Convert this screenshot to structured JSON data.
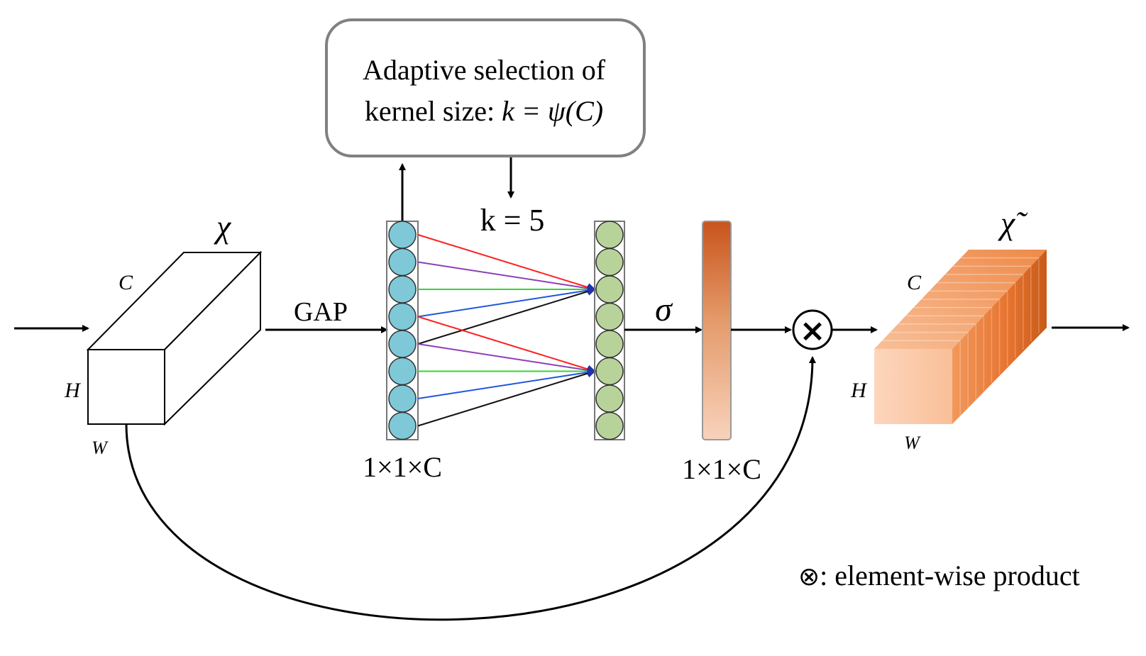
{
  "selection_box": {
    "line1": "Adaptive selection of",
    "line2_prefix": "kernel size: ",
    "formula": "k = ψ(C)"
  },
  "kernel_label": "k = 5",
  "gap_label": "GAP",
  "sigma_label": "σ",
  "input_tensor": {
    "symbol": "χ",
    "c": "C",
    "h": "H",
    "w": "W"
  },
  "output_tensor": {
    "symbol": "χ̃",
    "c": "C",
    "h": "H",
    "w": "W"
  },
  "gap_dim_label": "1×1×C",
  "weight_dim_label": "1×1×C",
  "product_symbol": "×",
  "legend": {
    "symbol": "⊗",
    "text": ": element-wise product"
  },
  "colors": {
    "gap_node": "#7ec8d8",
    "conv_node": "#b8d39a",
    "weight_top": "#c9541c",
    "weight_bottom": "#f8d2bc",
    "output_front": "#fbc7a6",
    "output_side": "#e8783a",
    "line_colors": [
      "#ff2020",
      "#8e3fb8",
      "#33d633",
      "#2255dd",
      "#111111"
    ]
  }
}
